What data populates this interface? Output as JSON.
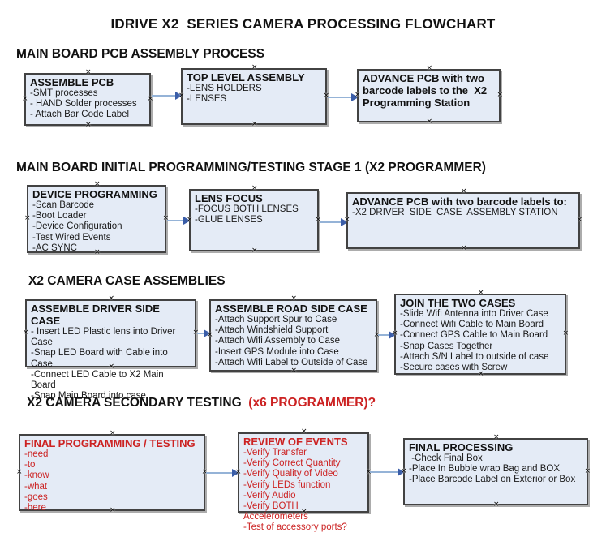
{
  "title": "IDRIVE X2  SERIES CAMERA PROCESSING FLOWCHART",
  "colors": {
    "box_fill": "#e4ebf6",
    "box_border": "#424242",
    "arrow_line": "#95b3d7",
    "arrow_head": "#3a5da8",
    "alert_red": "#cc2222",
    "text_black": "#1a1a1a"
  },
  "icons": {
    "connection_handle": "×",
    "arrow_head": "right-triangle"
  },
  "sections": [
    {
      "heading": "MAIN BOARD PCB ASSEMBLY PROCESS",
      "boxes": [
        {
          "title": "ASSEMBLE PCB",
          "lines": [
            "-SMT processes",
            "- HAND Solder processes",
            "- Attach Bar Code Label"
          ]
        },
        {
          "title": "TOP LEVEL ASSEMBLY",
          "lines": [
            "-LENS HOLDERS",
            "-LENSES"
          ]
        },
        {
          "title": "ADVANCE PCB with two barcode labels to the  X2 Programming Station",
          "lines": []
        }
      ]
    },
    {
      "heading": "MAIN BOARD INITIAL PROGRAMMING/TESTING STAGE 1 (X2 PROGRAMMER)",
      "boxes": [
        {
          "title": "DEVICE PROGRAMMING",
          "lines": [
            "-Scan Barcode",
            "-Boot Loader",
            "-Device Configuration",
            "-Test Wired Events",
            "-AC SYNC"
          ]
        },
        {
          "title": "LENS FOCUS",
          "lines": [
            "-FOCUS BOTH LENSES",
            "-GLUE LENSES"
          ]
        },
        {
          "title": "ADVANCE PCB with two barcode labels to:",
          "lines": [
            "-X2 DRIVER  SIDE  CASE  ASSEMBLY STATION"
          ]
        }
      ]
    },
    {
      "heading": "X2 CAMERA CASE ASSEMBLIES",
      "boxes": [
        {
          "title": "ASSEMBLE DRIVER SIDE CASE",
          "lines": [
            "- Insert LED Plastic lens into Driver Case",
            "-Snap LED Board with Cable into Case",
            "-Connect LED Cable to X2 Main Board",
            "-Snap Main Board into case"
          ]
        },
        {
          "title": "ASSEMBLE ROAD SIDE CASE",
          "lines": [
            "-Attach Support Spur to Case",
            "-Attach Windshield Support",
            "-Attach Wifi Assembly to Case",
            "-Insert GPS Module into Case",
            "-Attach Wifi Label to Outside of Case"
          ]
        },
        {
          "title": "JOIN THE TWO CASES",
          "lines": [
            "-Slide Wifi Antenna into Driver Case",
            "-Connect Wifi Cable to Main Board",
            "-Connect GPS Cable to Main Board",
            "-Snap Cases Together",
            "-Attach S/N Label to outside of case",
            "-Secure cases with Screw"
          ]
        }
      ]
    },
    {
      "heading": "X2 CAMERA SECONDARY TESTING ",
      "heading_red": " (x6 PROGRAMMER)?",
      "boxes": [
        {
          "title": "FINAL PROGRAMMING / TESTING",
          "text_color": "#cc2222",
          "lines": [
            "-need",
            "-to",
            "-know",
            "-what",
            "-goes",
            "-here"
          ]
        },
        {
          "title": "REVIEW OF EVENTS",
          "text_color": "#cc2222",
          "lines": [
            "-Verify Transfer",
            "-Verify Correct Quantity",
            "-Verify Quality of Video",
            "-Verify LEDs function",
            "-Verify Audio",
            "-Verify BOTH Accelerometers",
            "-Test of accessory ports?"
          ]
        },
        {
          "title": "FINAL PROCESSING",
          "lines": [
            " -Check Final Box",
            "-Place In Bubble wrap Bag and BOX",
            "-Place Barcode Label on Exterior or Box"
          ]
        }
      ]
    }
  ]
}
